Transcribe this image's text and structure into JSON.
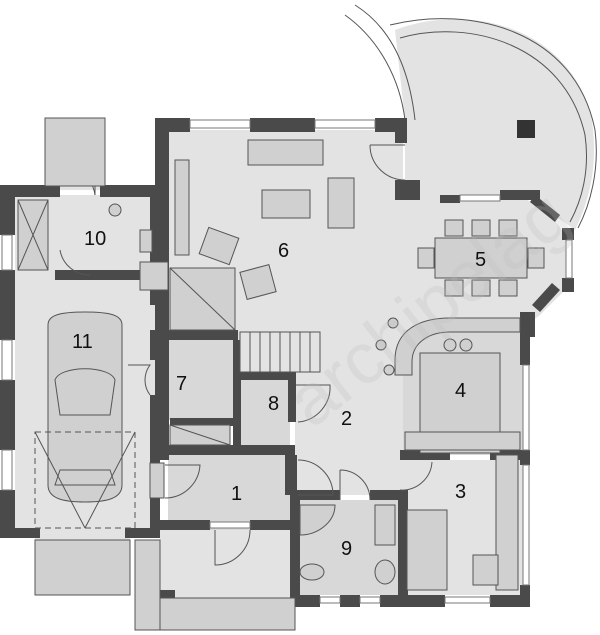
{
  "plan": {
    "rooms": [
      {
        "id": "1",
        "label": "1"
      },
      {
        "id": "2",
        "label": "2"
      },
      {
        "id": "3",
        "label": "3"
      },
      {
        "id": "4",
        "label": "4"
      },
      {
        "id": "5",
        "label": "5"
      },
      {
        "id": "6",
        "label": "6"
      },
      {
        "id": "7",
        "label": "7"
      },
      {
        "id": "8",
        "label": "8"
      },
      {
        "id": "9",
        "label": "9"
      },
      {
        "id": "10",
        "label": "10"
      },
      {
        "id": "11",
        "label": "11"
      }
    ],
    "watermark": "archipelag"
  },
  "colors": {
    "wall": "#4a4a4a",
    "floor": "#d8d8d8",
    "background": "#ffffff"
  }
}
